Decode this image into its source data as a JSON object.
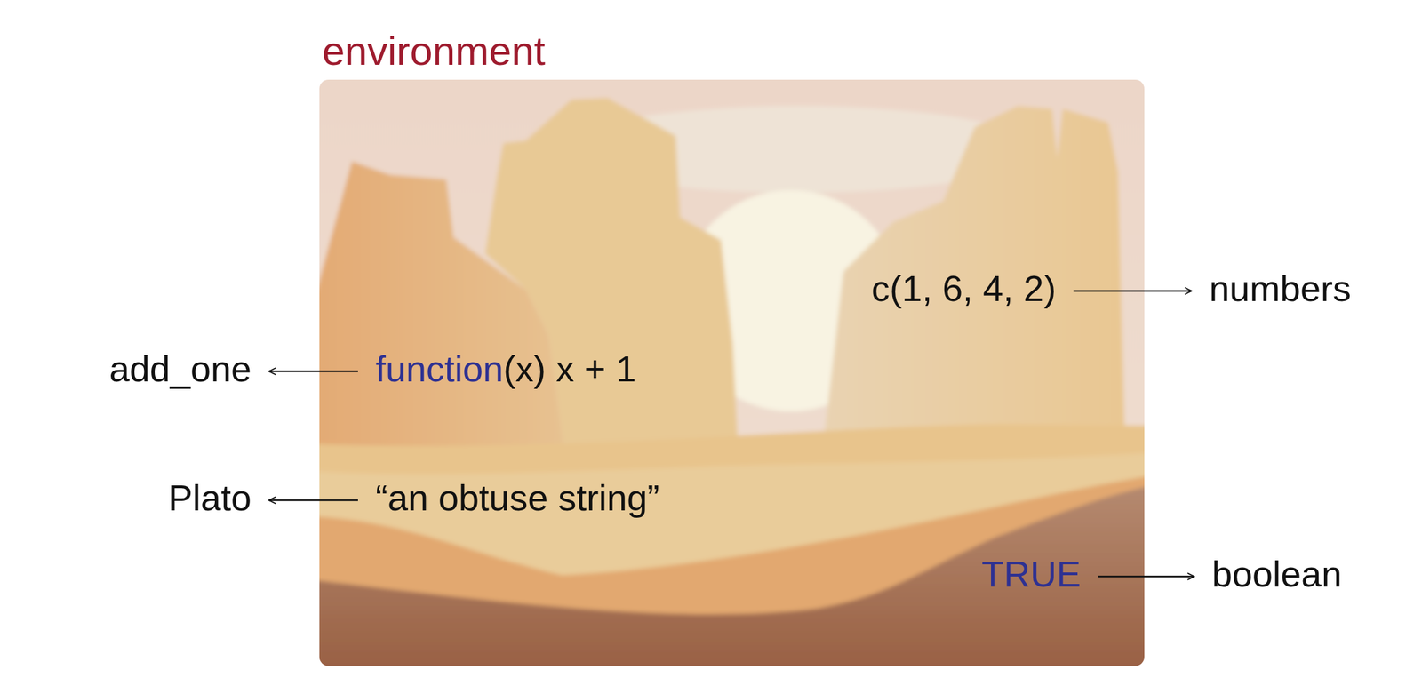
{
  "diagram": {
    "nodes": [
      {
        "text": [
          "environment"
        ]
      },
      {
        "text": [
          "c(1, 6, 4, 2)"
        ],
        "in": 0
      },
      {
        "text": [
          "numbers"
        ]
      },
      {
        "text": [
          "add_one"
        ]
      },
      {
        "text": [
          "function",
          "(x) x + 1"
        ],
        "in": 0
      },
      {
        "text": [
          "Plato"
        ]
      },
      {
        "text": [
          "“an obtuse string”"
        ],
        "in": 0
      },
      {
        "text": [
          "TRUE"
        ],
        "in": 0
      },
      {
        "text": [
          "boolean"
        ]
      }
    ],
    "edges": [
      {
        "from": 1,
        "to": 2,
        "arrow": "to"
      },
      {
        "from": 4,
        "to": 3,
        "arrow": "to"
      },
      {
        "from": 6,
        "to": 5,
        "arrow": "to"
      },
      {
        "from": 7,
        "to": 8,
        "arrow": "to"
      }
    ]
  }
}
